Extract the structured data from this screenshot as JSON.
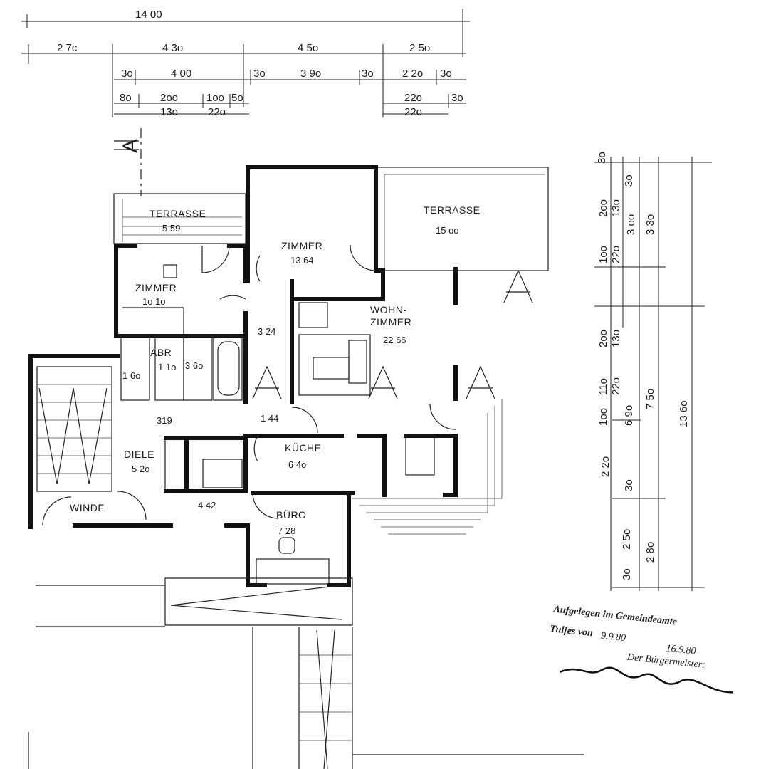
{
  "dimensions_top": {
    "total": "14 00",
    "row2": [
      "2 7c",
      "4 3o",
      "4 5o",
      "2 5o"
    ],
    "row3": [
      "3o",
      "4 00",
      "3o",
      "3 9o",
      "3o",
      "2 2o",
      "3o"
    ],
    "row4": [
      "8o",
      "2oo",
      "1oo",
      "5o",
      "22o",
      "3o"
    ],
    "row5": [
      "13o",
      "22o",
      "22o"
    ]
  },
  "dimensions_right": {
    "upper": [
      "3o",
      "3o",
      "2oo",
      "13o",
      "3 oo",
      "3 3o",
      "1oo",
      "22o"
    ],
    "middle": [
      "2oo",
      "13o",
      "11o",
      "22o",
      "1oo",
      "6 9o",
      "7 5o",
      "13 6o"
    ],
    "lower": [
      "2 2o",
      "3o",
      "2 5o",
      "2 8o",
      "3o"
    ]
  },
  "section_marker": "A",
  "rooms": [
    {
      "name": "TERRASSE",
      "area": "5 59"
    },
    {
      "name": "ZIMMER",
      "area": "13 64"
    },
    {
      "name": "TERRASSE",
      "area": "15 oo"
    },
    {
      "name": "ZIMMER",
      "area": "1o 1o"
    },
    {
      "name": "WOHN-\nZIMMER",
      "area": "22 66"
    },
    {
      "name": "ABR",
      "area": "1 1o"
    },
    {
      "name": "",
      "area": "3 24"
    },
    {
      "name": "",
      "area": "3 6o"
    },
    {
      "name": "",
      "area": "1 6o"
    },
    {
      "name": "",
      "area": "319"
    },
    {
      "name": "",
      "area": "1 44"
    },
    {
      "name": "DIELE",
      "area": "5 2o"
    },
    {
      "name": "KÜCHE",
      "area": "6 4o"
    },
    {
      "name": "WINDF",
      "area": ""
    },
    {
      "name": "",
      "area": "4 42"
    },
    {
      "name": "BÜRO",
      "area": "7 28"
    }
  ],
  "stamp": {
    "line1": "Aufgelegen im Gemeindeamte",
    "line2_prefix": "Tulfes von",
    "date_from": "9.9.80",
    "date_to": "16.9.80",
    "title": "Der Bürgermeister:"
  }
}
